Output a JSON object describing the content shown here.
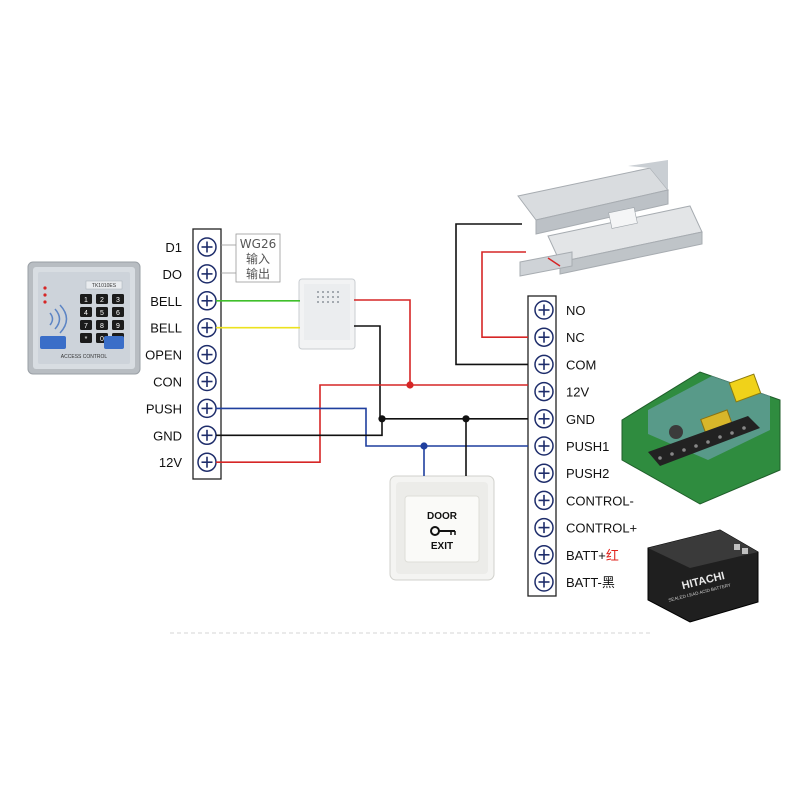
{
  "left_terminals": [
    "D1",
    "DO",
    "BELL",
    "BELL",
    "OPEN",
    "CON",
    "PUSH",
    "GND",
    "12V"
  ],
  "wg_note": {
    "title": "WG26",
    "line1": "输入",
    "line2": "输出"
  },
  "right_terminals": [
    {
      "label": "NO",
      "accent": ""
    },
    {
      "label": "NC",
      "accent": ""
    },
    {
      "label": "COM",
      "accent": ""
    },
    {
      "label": "12V",
      "accent": ""
    },
    {
      "label": "GND",
      "accent": ""
    },
    {
      "label": "PUSH1",
      "accent": ""
    },
    {
      "label": "PUSH2",
      "accent": ""
    },
    {
      "label": "CONTROL-",
      "accent": ""
    },
    {
      "label": "CONTROL+",
      "accent": ""
    },
    {
      "label": "BATT+",
      "accent": "红"
    },
    {
      "label": "BATT-",
      "accent": "黑"
    }
  ],
  "keypad": {
    "label": "ACCESS CONTROL",
    "model": "TK1010ES",
    "keys": [
      "1",
      "2",
      "3",
      "4",
      "5",
      "6",
      "7",
      "8",
      "9",
      "*",
      "0",
      "#"
    ]
  },
  "exit_button": {
    "line1": "DOOR",
    "line2": "EXIT"
  },
  "battery": {
    "brand": "HITACHI",
    "subtitle": "SEALED LEAD ACID BATTERY"
  },
  "colors": {
    "red_wire": "#d62626",
    "black_wire": "#111111",
    "blue_wire": "#1f3f9e",
    "green_wire": "#3fbf2a",
    "yellow_wire": "#ece21f",
    "accent_cjk": "#e0231c"
  }
}
